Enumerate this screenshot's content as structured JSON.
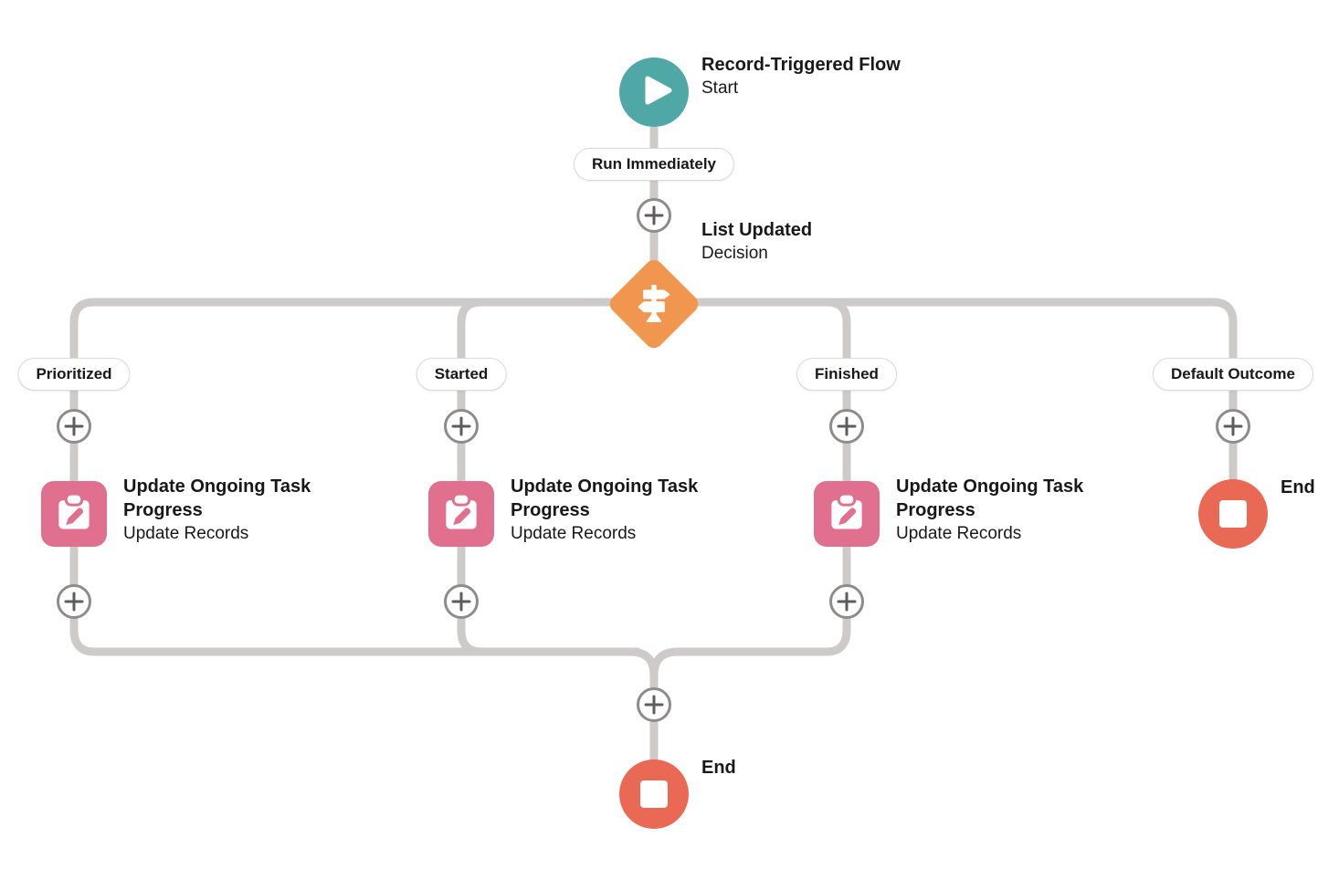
{
  "colors": {
    "start_node": "#4FA7A6",
    "decision_node": "#F0964E",
    "update_records_node": "#E0708E",
    "end_node": "#EA6954",
    "connector": "#CDCBC9"
  },
  "start_node": {
    "title": "Record-Triggered Flow",
    "subtitle": "Start"
  },
  "run_immediately_label": "Run Immediately",
  "decision_node": {
    "title": "List Updated",
    "subtitle": "Decision"
  },
  "branches": [
    {
      "label": "Prioritized",
      "node": {
        "title": "Update Ongoing Task Progress",
        "subtitle": "Update Records"
      }
    },
    {
      "label": "Started",
      "node": {
        "title": "Update Ongoing Task Progress",
        "subtitle": "Update Records"
      }
    },
    {
      "label": "Finished",
      "node": {
        "title": "Update Ongoing Task Progress",
        "subtitle": "Update Records"
      }
    },
    {
      "label": "Default Outcome",
      "node": {
        "title": "End"
      }
    }
  ],
  "end_node": {
    "label": "End"
  },
  "icons": {
    "start": "play-icon",
    "decision": "signpost-icon",
    "update_records": "clipboard-pencil-icon",
    "end": "stop-square-icon",
    "add": "plus-icon"
  }
}
